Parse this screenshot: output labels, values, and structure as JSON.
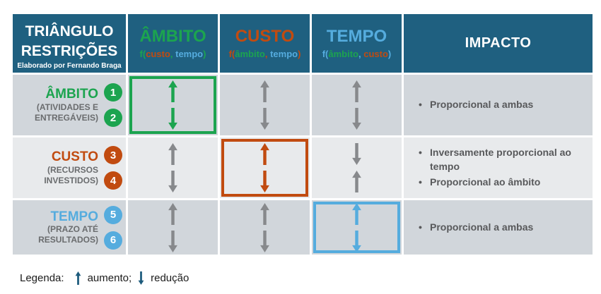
{
  "colors": {
    "teal": "#1F6080",
    "green": "#1CA44F",
    "orange": "#C14B10",
    "blue": "#55ACDE",
    "gray": "#87898C",
    "legend_arrow": "#1D5B7C"
  },
  "header": {
    "title": "TRIÂNGULO RESTRIÇÕES",
    "credit": "Elaborado por Fernando Braga",
    "impact_label": "IMPACTO"
  },
  "columns": [
    {
      "name": "ÂMBITO",
      "color": "green",
      "formula": [
        {
          "t": "f(",
          "c": "green"
        },
        {
          "t": "custo",
          "c": "orange"
        },
        {
          "t": ", ",
          "c": "green"
        },
        {
          "t": "tempo",
          "c": "blue"
        },
        {
          "t": ")",
          "c": "green"
        }
      ]
    },
    {
      "name": "CUSTO",
      "color": "orange",
      "formula": [
        {
          "t": "f(",
          "c": "orange"
        },
        {
          "t": "âmbito",
          "c": "green"
        },
        {
          "t": ", ",
          "c": "orange"
        },
        {
          "t": "tempo",
          "c": "blue"
        },
        {
          "t": ")",
          "c": "orange"
        }
      ]
    },
    {
      "name": "TEMPO",
      "color": "blue",
      "formula": [
        {
          "t": "f(",
          "c": "blue"
        },
        {
          "t": "âmbito",
          "c": "green"
        },
        {
          "t": ", ",
          "c": "blue"
        },
        {
          "t": "custo",
          "c": "orange"
        },
        {
          "t": ")",
          "c": "blue"
        }
      ]
    }
  ],
  "rows": [
    {
      "title": "ÂMBITO",
      "subtitle": "(ATIVIDADES E ENTREGÁVEIS)",
      "color": "green",
      "badges": [
        "1",
        "2"
      ],
      "cells": [
        {
          "arrows": [
            "up",
            "down"
          ],
          "color": "green",
          "boxed": true
        },
        {
          "arrows": [
            "up",
            "down"
          ],
          "color": "gray",
          "boxed": false
        },
        {
          "arrows": [
            "up",
            "down"
          ],
          "color": "gray",
          "boxed": false
        }
      ],
      "impact": [
        "Proporcional a ambas"
      ]
    },
    {
      "title": "CUSTO",
      "subtitle": "(RECURSOS INVESTIDOS)",
      "color": "orange",
      "badges": [
        "3",
        "4"
      ],
      "cells": [
        {
          "arrows": [
            "up",
            "down"
          ],
          "color": "gray",
          "boxed": false
        },
        {
          "arrows": [
            "up",
            "down"
          ],
          "color": "orange",
          "boxed": true
        },
        {
          "arrows": [
            "down",
            "up"
          ],
          "color": "gray",
          "boxed": false
        }
      ],
      "impact": [
        "Inversamente proporcional ao tempo",
        "Proporcional ao âmbito"
      ]
    },
    {
      "title": "TEMPO",
      "subtitle": "(PRAZO ATÉ RESULTADOS)",
      "color": "blue",
      "badges": [
        "5",
        "6"
      ],
      "cells": [
        {
          "arrows": [
            "up",
            "down"
          ],
          "color": "gray",
          "boxed": false
        },
        {
          "arrows": [
            "up",
            "down"
          ],
          "color": "gray",
          "boxed": false
        },
        {
          "arrows": [
            "up",
            "down"
          ],
          "color": "blue",
          "boxed": true
        }
      ],
      "impact": [
        "Proporcional a ambas"
      ]
    }
  ],
  "legend": {
    "label": "Legenda:",
    "items": [
      {
        "arrow": "up",
        "text": "aumento;"
      },
      {
        "arrow": "down",
        "text": "redução"
      }
    ]
  }
}
